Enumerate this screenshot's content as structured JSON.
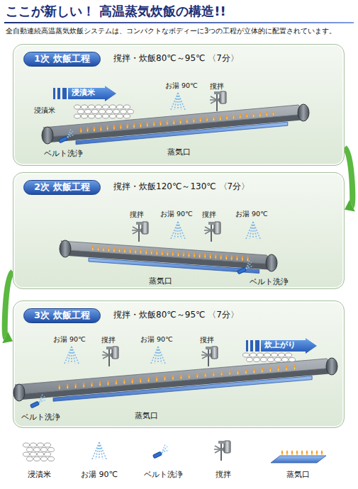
{
  "diagram": {
    "title": "ここが新しい！ 高温蒸気炊飯の構造!!",
    "nodes": [
      {
        "text": [
          "撹拌・炊飯80℃～95℃ 〈7分〉"
        ]
      },
      {
        "text": [
          "1次 炊飯工程"
        ],
        "in": 0
      },
      {
        "text": [
          "浸漬米"
        ],
        "in": 0
      },
      {
        "text": [
          "撹拌・炊飯120℃～130℃ 〈7分〉"
        ]
      },
      {
        "text": [
          "2次 炊飯工程"
        ],
        "in": 3
      },
      {
        "text": [
          "撹拌・炊飯80℃～95℃ 〈7分〉"
        ]
      },
      {
        "text": [
          "3次 炊飯工程"
        ],
        "in": 5
      },
      {
        "text": [
          "炊上がり"
        ],
        "in": 5
      }
    ],
    "edges": [
      {
        "from": 0,
        "to": 3,
        "arrow": "to"
      },
      {
        "from": 3,
        "to": 5,
        "arrow": "to"
      }
    ],
    "labels": [
      "全自動連続高温蒸気炊飯システムは、コンパクトなボディーに3つの工程が立体的に配置されています。",
      "浸漬米",
      "お湯 90℃",
      "撹拌",
      "ベルト洗浄",
      "蒸気口",
      "撹拌",
      "お湯 90℃",
      "撹拌",
      "お湯 90℃",
      "蒸気口",
      "ベルト洗浄",
      "お湯 90℃",
      "撹拌",
      "お湯 90℃",
      "撹拌",
      "ベルト洗浄",
      "蒸気口"
    ],
    "legend": [
      {
        "text": "浸漬米"
      },
      {
        "text": "お湯 90℃"
      },
      {
        "text": "ベルト洗浄"
      },
      {
        "text": "撹拌"
      },
      {
        "text": "蒸気口"
      }
    ]
  }
}
